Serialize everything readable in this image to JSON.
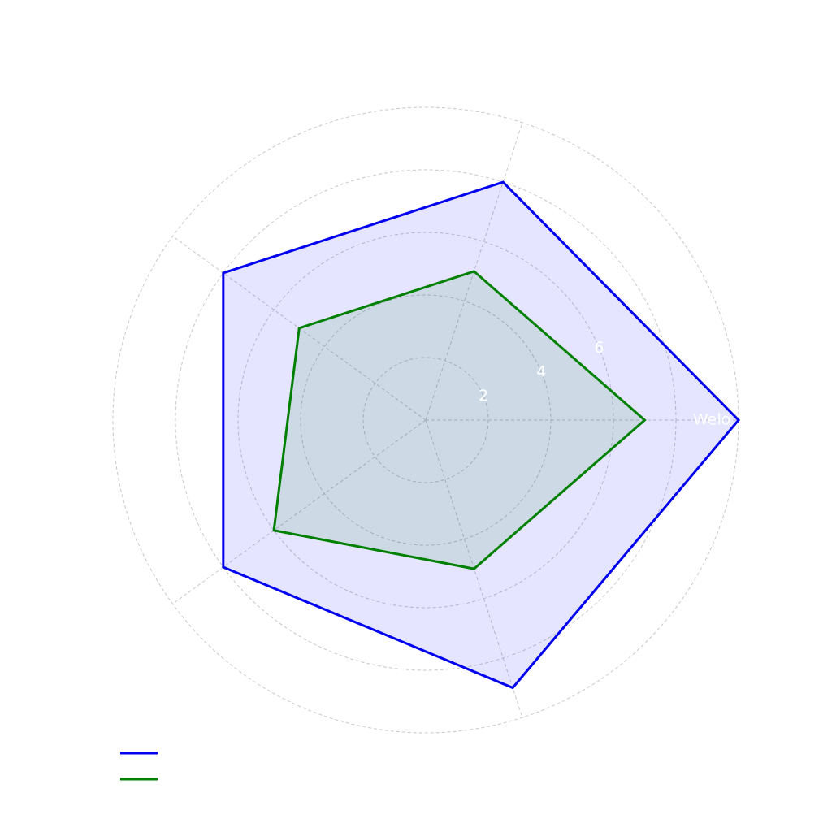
{
  "chart_data": {
    "type": "radar",
    "title": "",
    "categories": [
      "Welo",
      "",
      "",
      "",
      ""
    ],
    "rmax": 10,
    "rticks": [
      2,
      4,
      6
    ],
    "rgrid": [
      2,
      4,
      6,
      8,
      10
    ],
    "grid": true,
    "legend": "bottom-left",
    "series": [
      {
        "name": "",
        "color": "#0000ee",
        "fill": "#0000ff",
        "values": [
          10,
          8,
          8,
          8,
          9
        ]
      },
      {
        "name": "",
        "color": "#008000",
        "fill": "#008000",
        "values": [
          7,
          5,
          5,
          6,
          5
        ]
      }
    ]
  }
}
